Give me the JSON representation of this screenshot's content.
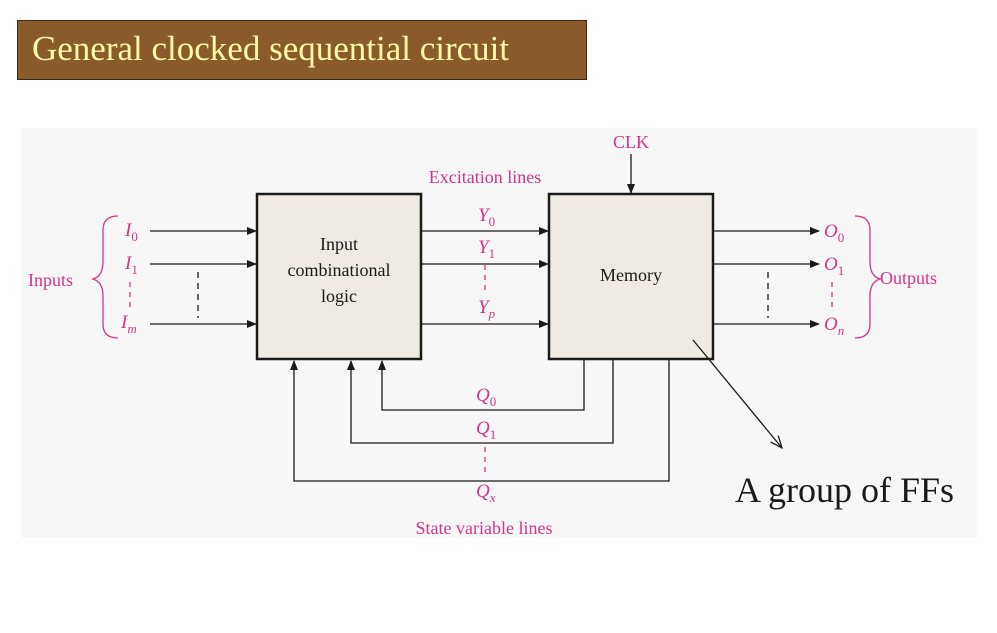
{
  "slide": {
    "title": "General clocked sequential circuit",
    "colors": {
      "title_bg": "#8b5a2b",
      "title_text": "#fff9a8",
      "label": "#d6338a",
      "block_fill": "#efebe3",
      "line": "#1a1a1a"
    }
  },
  "diagram": {
    "inputs_label": "Inputs",
    "outputs_label": "Outputs",
    "inputs": [
      {
        "base": "I",
        "sub": "0"
      },
      {
        "base": "I",
        "sub": "1"
      },
      {
        "base": "I",
        "sub": "m"
      }
    ],
    "outputs": [
      {
        "base": "O",
        "sub": "0"
      },
      {
        "base": "O",
        "sub": "1"
      },
      {
        "base": "O",
        "sub": "n"
      }
    ],
    "excitation_label": "Excitation lines",
    "excitation": [
      {
        "base": "Y",
        "sub": "0"
      },
      {
        "base": "Y",
        "sub": "1"
      },
      {
        "base": "Y",
        "sub": "p"
      }
    ],
    "state_label": "State variable lines",
    "state": [
      {
        "base": "Q",
        "sub": "0"
      },
      {
        "base": "Q",
        "sub": "1"
      },
      {
        "base": "Q",
        "sub": "x"
      }
    ],
    "clock_label": "CLK",
    "logic_block_lines": [
      "Input",
      "combinational",
      "logic"
    ],
    "memory_block_label": "Memory",
    "annotation": "A group of FFs"
  }
}
